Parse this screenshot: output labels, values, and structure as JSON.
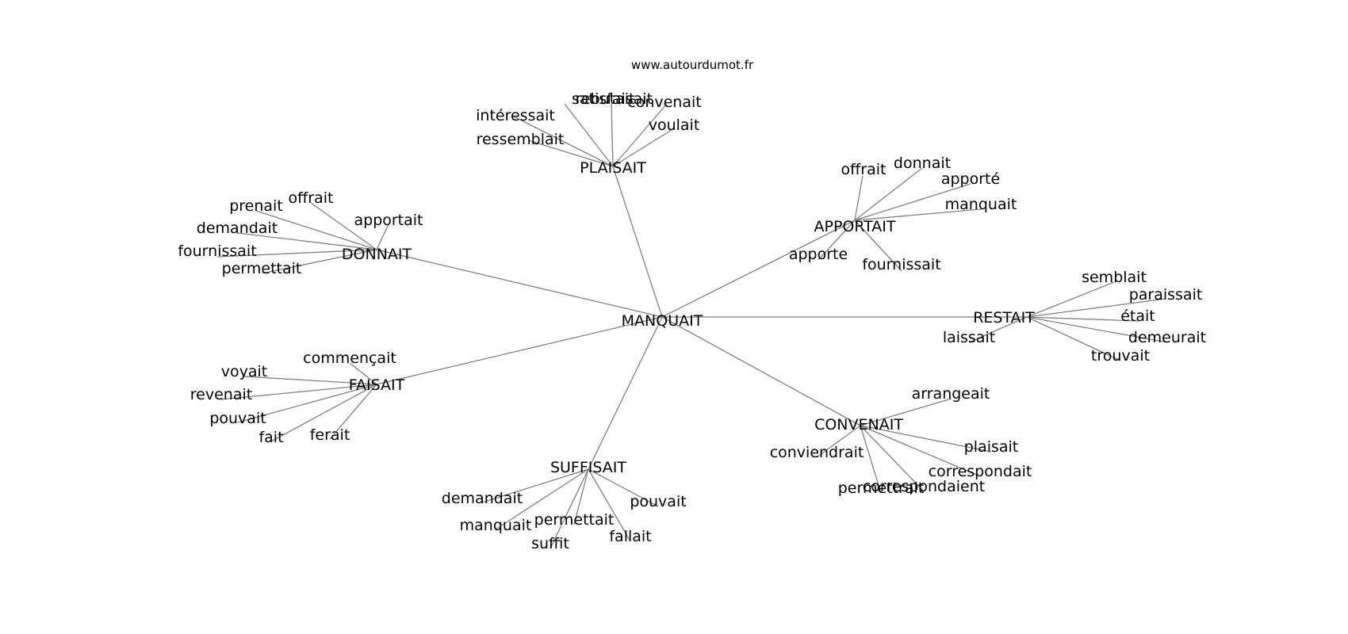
{
  "site": "www.autourdumot.fr",
  "center": "MANQUAIT",
  "clusters": [
    {
      "hub": "PLAISAIT",
      "leaves": [
        "rebutait",
        "satisfaisait",
        "convenait",
        "intéressait",
        "ressemblait",
        "voulait"
      ]
    },
    {
      "hub": "APPORTAIT",
      "leaves": [
        "offrait",
        "donnait",
        "apporté",
        "manquait",
        "apporte",
        "fournissait"
      ]
    },
    {
      "hub": "DONNAIT",
      "leaves": [
        "prenait",
        "offrait",
        "apportait",
        "demandait",
        "fournissait",
        "permettait"
      ]
    },
    {
      "hub": "RESTAIT",
      "leaves": [
        "semblait",
        "paraissait",
        "était",
        "laissait",
        "demeurait",
        "trouvait"
      ]
    },
    {
      "hub": "FAISAIT",
      "leaves": [
        "commençait",
        "voyait",
        "revenait",
        "pouvait",
        "fait",
        "ferait"
      ]
    },
    {
      "hub": "CONVENAIT",
      "leaves": [
        "arrangeait",
        "conviendrait",
        "plaisait",
        "correspondait",
        "permettrait",
        "correspondaient"
      ]
    },
    {
      "hub": "SUFFISAIT",
      "leaves": [
        "demandait",
        "pouvait",
        "manquait",
        "permettait",
        "fallait",
        "suffit"
      ]
    }
  ]
}
